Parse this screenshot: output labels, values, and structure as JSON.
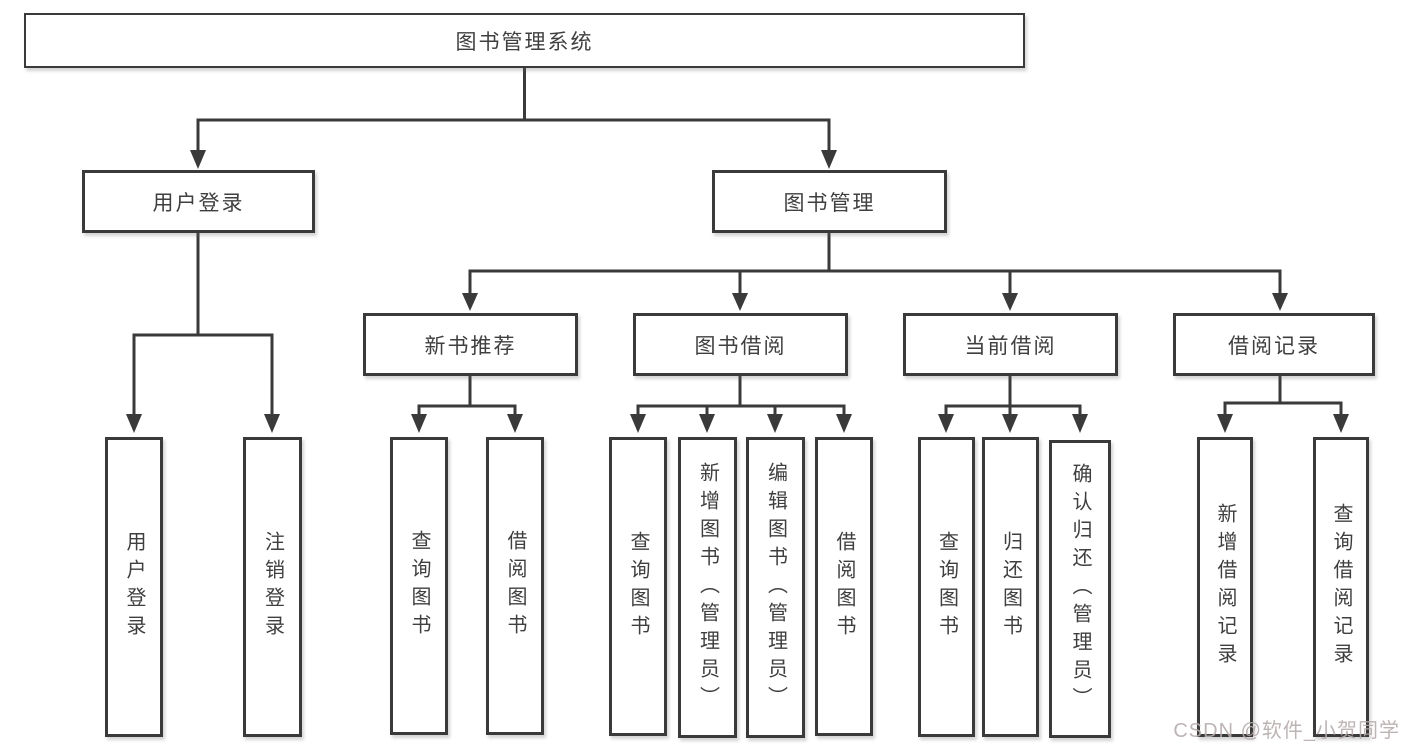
{
  "diagram": {
    "root_label": "图书管理系统",
    "branches": [
      {
        "label": "用户登录",
        "children": [
          "用户登录",
          "注销登录"
        ]
      },
      {
        "label": "图书管理",
        "children": [
          {
            "label": "新书推荐",
            "children": [
              "查询图书",
              "借阅图书"
            ]
          },
          {
            "label": "图书借阅",
            "children": [
              "查询图书",
              "新增图书（管理员）",
              "编辑图书（管理员）",
              "借阅图书"
            ]
          },
          {
            "label": "当前借阅",
            "children": [
              "查询图书",
              "归还图书",
              "确认归还（管理员）"
            ]
          },
          {
            "label": "借阅记录",
            "children": [
              "新增借阅记录",
              "查询借阅记录"
            ]
          }
        ]
      }
    ]
  },
  "watermark": {
    "text": "CSDN @软件_小贺同学"
  },
  "colors": {
    "line": "#3a3a3a",
    "box_border": "#3a3a3a",
    "text": "#3f3f3f",
    "background": "#ffffff",
    "watermark": "#b6acac"
  }
}
